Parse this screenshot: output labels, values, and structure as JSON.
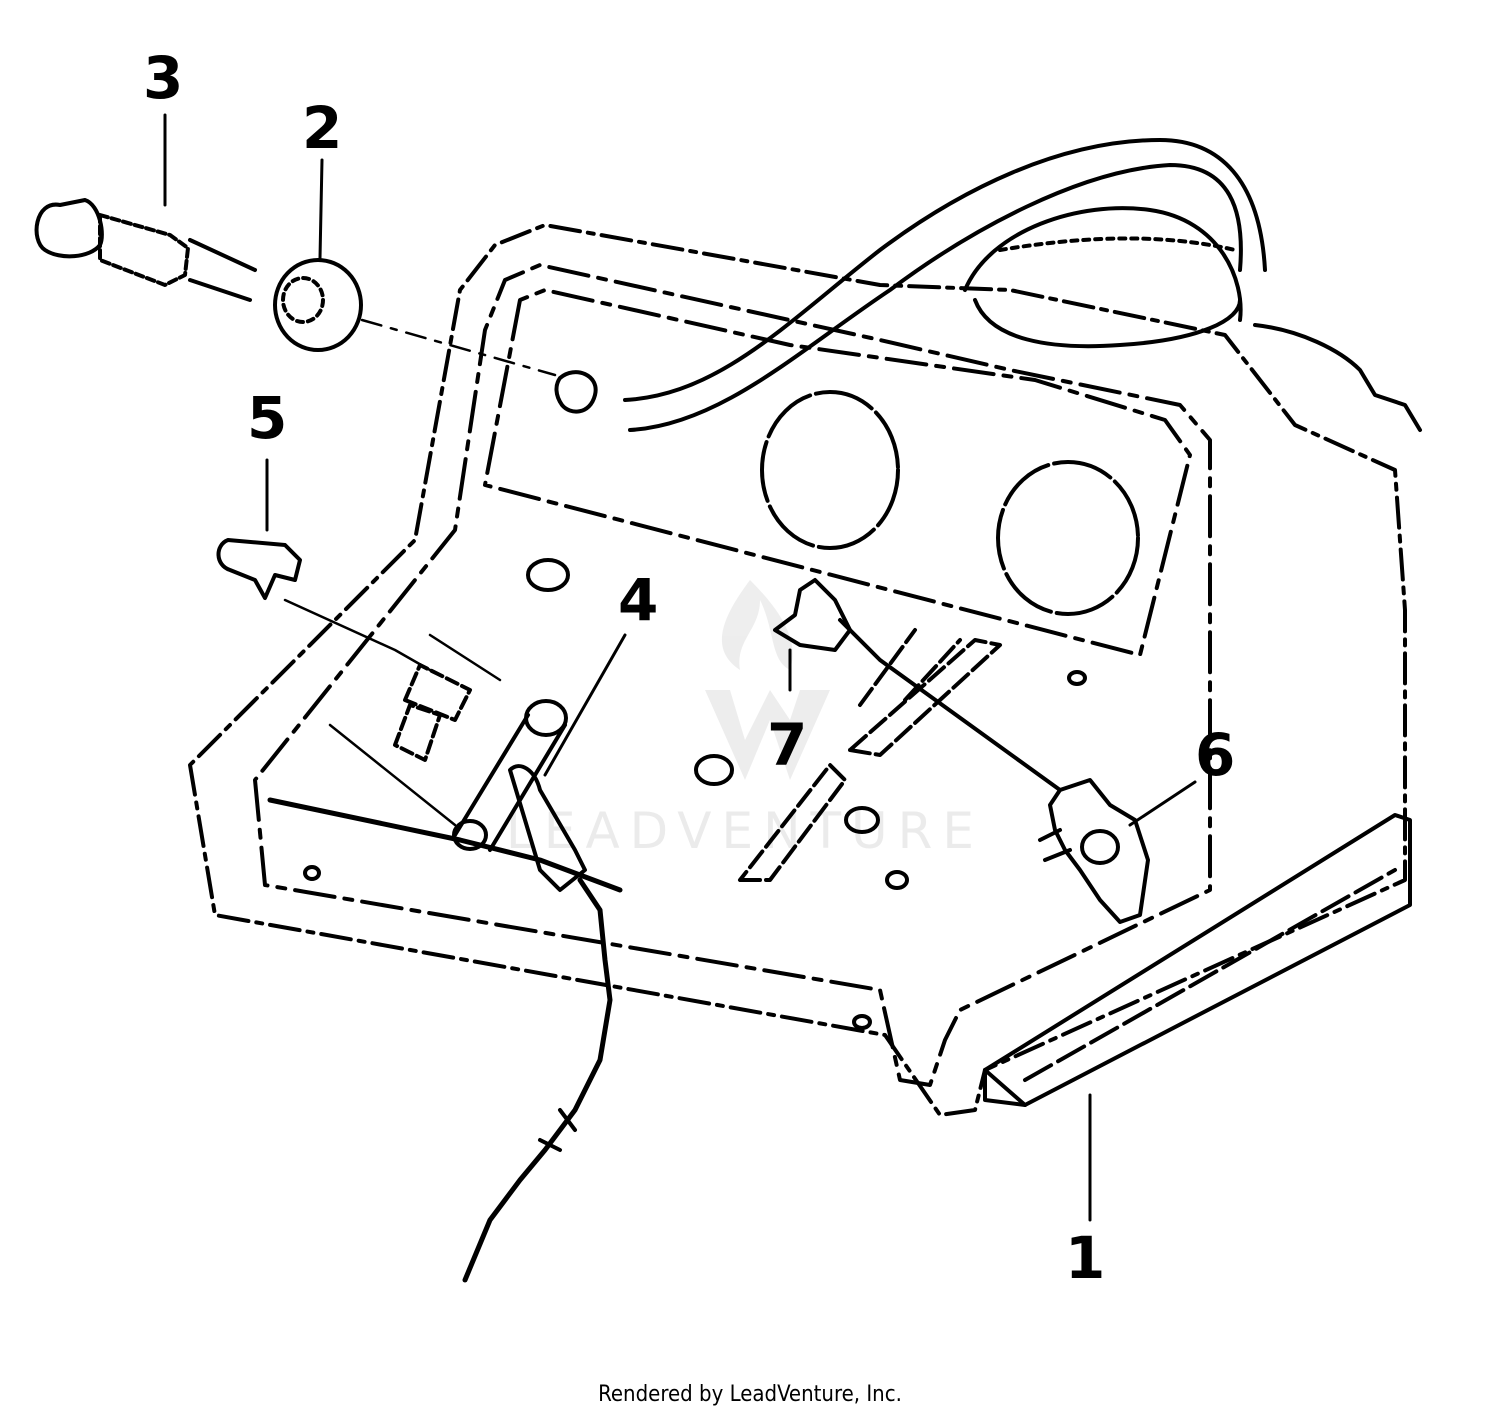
{
  "callouts": [
    {
      "id": "1",
      "label": "1"
    },
    {
      "id": "2",
      "label": "2"
    },
    {
      "id": "3",
      "label": "3"
    },
    {
      "id": "4",
      "label": "4"
    },
    {
      "id": "5",
      "label": "5"
    },
    {
      "id": "6",
      "label": "6"
    },
    {
      "id": "7",
      "label": "7"
    }
  ],
  "watermark": {
    "text": "LEADVENTURE"
  },
  "footer": {
    "text": "Rendered by LeadVenture, Inc."
  },
  "colors": {
    "line": "#000000",
    "background": "#ffffff",
    "watermark": "#e9e9e9"
  }
}
